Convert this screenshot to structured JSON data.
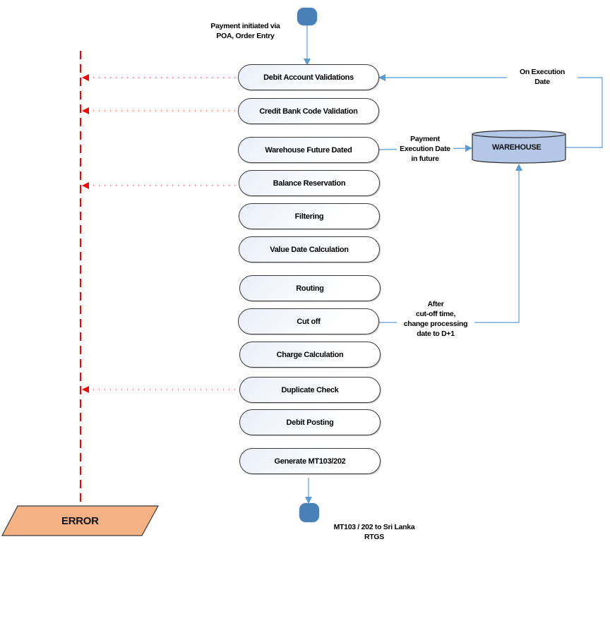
{
  "diagram": {
    "start_label": "Payment initiated via\nPOA, Order Entry",
    "end_label": "MT103 / 202 to Sri Lanka\nRTGS",
    "error_label": "ERROR",
    "warehouse_label": "WAREHOUSE",
    "steps": [
      {
        "label": "Debit Account Validations",
        "errors_to_error": true
      },
      {
        "label": "Credit Bank Code Validation",
        "errors_to_error": true
      },
      {
        "label": "Warehouse Future Dated",
        "errors_to_error": false
      },
      {
        "label": "Balance Reservation",
        "errors_to_error": true
      },
      {
        "label": "Filtering",
        "errors_to_error": false
      },
      {
        "label": "Value Date Calculation",
        "errors_to_error": false
      },
      {
        "label": "Routing",
        "errors_to_error": false
      },
      {
        "label": "Cut off",
        "errors_to_error": false
      },
      {
        "label": "Charge Calculation",
        "errors_to_error": false
      },
      {
        "label": "Duplicate Check",
        "errors_to_error": true
      },
      {
        "label": "Debit Posting",
        "errors_to_error": false
      },
      {
        "label": "Generate MT103/202",
        "errors_to_error": false
      }
    ],
    "edge_labels": {
      "on_execution_date": "On Execution\nDate",
      "future_dated": "Payment\nExecution Date\nin future",
      "after_cutoff": "After\ncut-off time,\nchange processing\ndate to D+1"
    },
    "colors": {
      "flow_arrow": "#5b9bd5",
      "error_line": "#ff0000",
      "terminal": "#4a80b8",
      "warehouse_fill": "#b4c7e7",
      "error_fill": "#f4b183"
    }
  }
}
